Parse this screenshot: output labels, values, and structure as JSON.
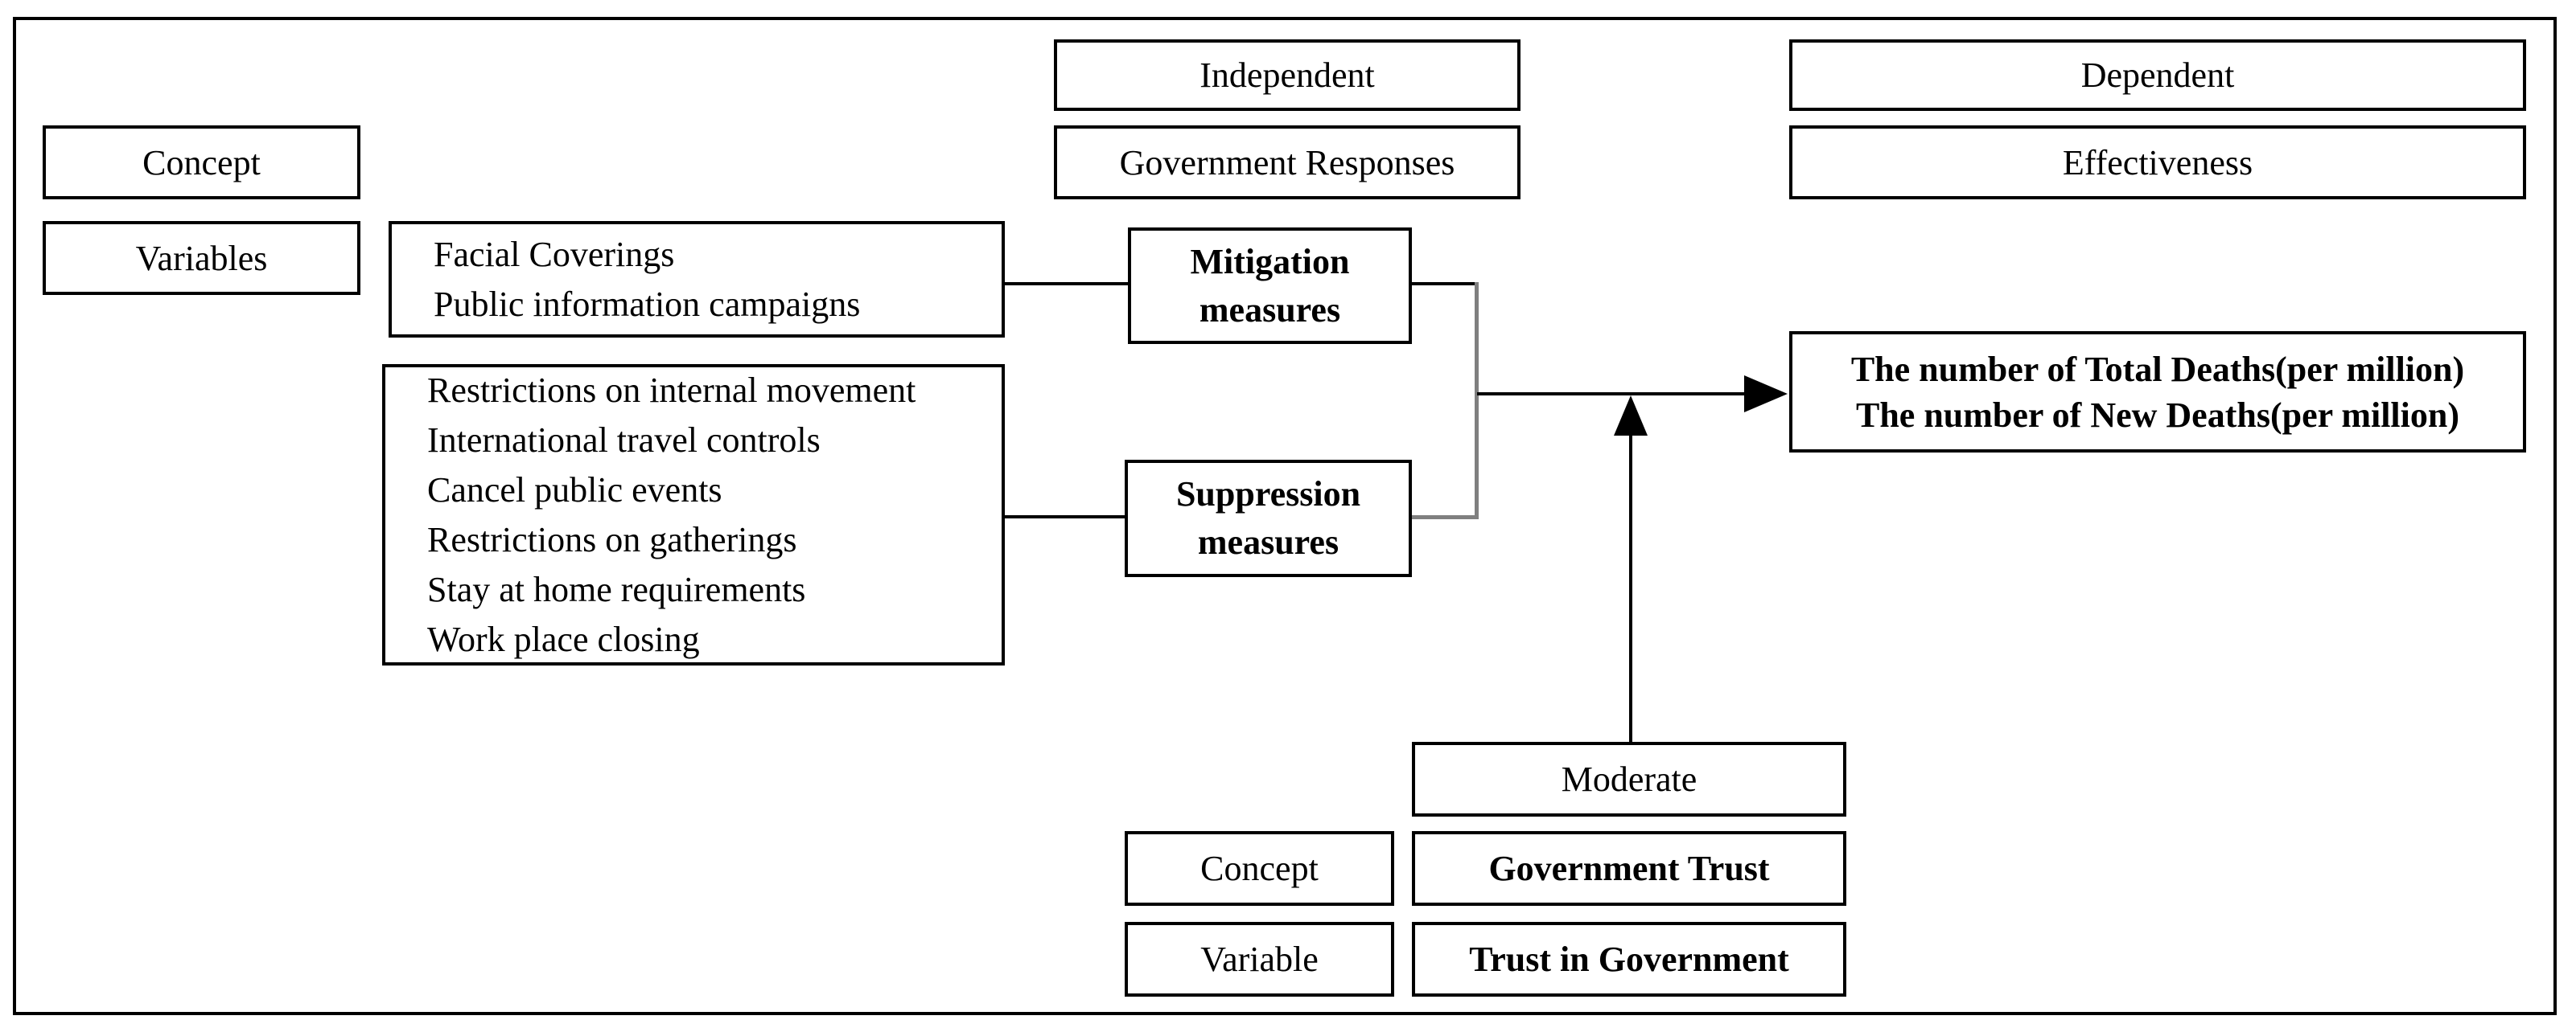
{
  "figure": {
    "type": "conceptual-research-model-diagram"
  },
  "row_labels": {
    "concept": "Concept",
    "variables": "Variables"
  },
  "independent_column": {
    "role_label": "Independent",
    "concept_label": "Government Responses"
  },
  "dependent_column": {
    "role_label": "Dependent",
    "concept_label": "Effectiveness"
  },
  "mitigation_group": {
    "variables": [
      "Facial Coverings",
      "Public information campaigns"
    ],
    "label_line1": "Mitigation",
    "label_line2": "measures"
  },
  "suppression_group": {
    "variables": [
      "Restrictions on internal movement",
      "International travel controls",
      "Cancel public events",
      "Restrictions on gatherings",
      "Stay at home requirements",
      "Work place closing"
    ],
    "label_line1": "Suppression",
    "label_line2": "measures"
  },
  "outcome": {
    "lines": [
      "The number of Total Deaths(per million)",
      "The number of New Deaths(per million)"
    ]
  },
  "moderator": {
    "role_label": "Moderate",
    "concept_label": "Concept",
    "concept_value": "Government Trust",
    "variable_label": "Variable",
    "variable_value": "Trust in Government"
  },
  "colors": {
    "line_black": "#000000",
    "connector_gray": "#7f7f7f",
    "background": "#ffffff"
  }
}
